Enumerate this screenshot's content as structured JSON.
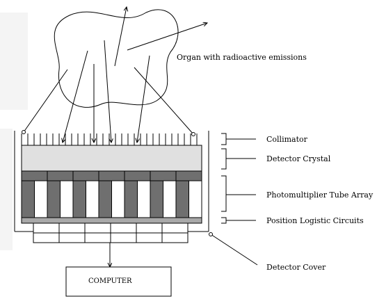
{
  "organ": {
    "label": "Organ with radioactive emissions"
  },
  "labels": {
    "collimator": "Collimator",
    "detector_crystal": "Detector Crystal",
    "pmt_array": "Photomultiplier Tube Array",
    "position_logic": "Position Logistic Circuits",
    "detector_cover": "Detector Cover",
    "computer": "COMPUTER"
  },
  "colors": {
    "line": "#000000",
    "crystal": "#e0e0e0",
    "pmt_dark": "#6f6f6f",
    "bar_grey": "#a9a9a9",
    "background": "#ffffff"
  }
}
